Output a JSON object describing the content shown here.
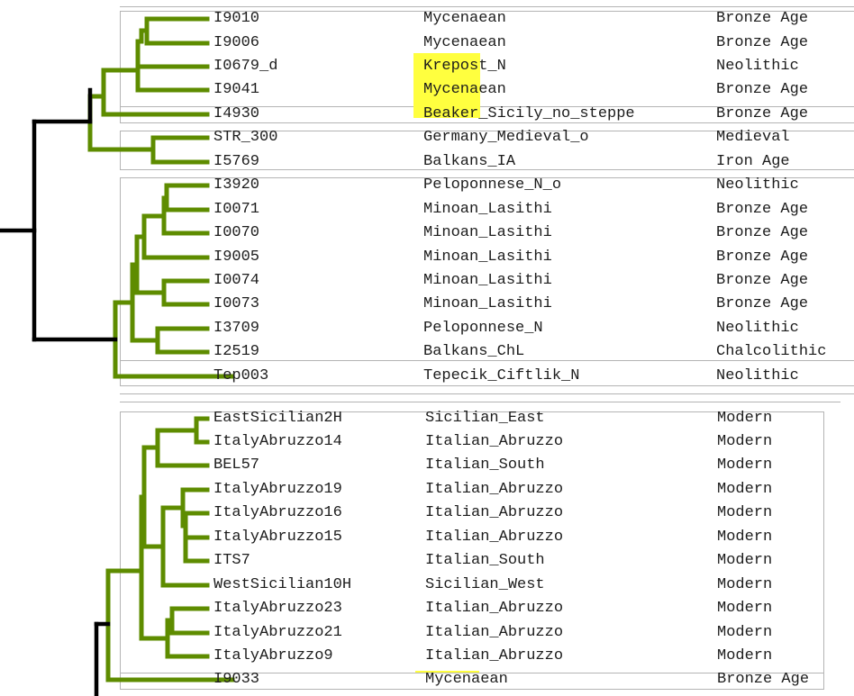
{
  "colors": {
    "branch": "#5e8c00",
    "root_branch": "#000000",
    "highlight": "#ffff3f",
    "box_border": "#b4b4b4",
    "text": "#1c1c1c"
  },
  "upper_table": {
    "rows": [
      {
        "id": "I9010",
        "population": "Mycenaean",
        "period": "Bronze Age"
      },
      {
        "id": "I9006",
        "population": "Mycenaean",
        "period": "Bronze Age"
      },
      {
        "id": "I0679_d",
        "population": "Krepost_N",
        "period": "Neolithic"
      },
      {
        "id": "I9041",
        "population": "Mycenaean",
        "period": "Bronze Age"
      },
      {
        "id": "I4930",
        "population": "Beaker_Sicily_no_steppe",
        "period": "Bronze Age"
      },
      {
        "id": "STR_300",
        "population": "Germany_Medieval_o",
        "period": "Medieval"
      },
      {
        "id": "I5769",
        "population": "Balkans_IA",
        "period": "Iron Age"
      },
      {
        "id": "I3920",
        "population": "Peloponnese_N_o",
        "period": "Neolithic"
      },
      {
        "id": "I0071",
        "population": "Minoan_Lasithi",
        "period": "Bronze Age"
      },
      {
        "id": "I0070",
        "population": "Minoan_Lasithi",
        "period": "Bronze Age"
      },
      {
        "id": "I9005",
        "population": "Minoan_Lasithi",
        "period": "Bronze Age"
      },
      {
        "id": "I0074",
        "population": "Minoan_Lasithi",
        "period": "Bronze Age"
      },
      {
        "id": "I0073",
        "population": "Minoan_Lasithi",
        "period": "Bronze Age"
      },
      {
        "id": "I3709",
        "population": "Peloponnese_N",
        "period": "Neolithic"
      },
      {
        "id": "I2519",
        "population": "Balkans_ChL",
        "period": "Chalcolithic"
      },
      {
        "id": "Tep003",
        "population": "Tepecik_Ciftlik_N",
        "period": "Neolithic"
      }
    ]
  },
  "lower_table": {
    "rows": [
      {
        "id": "EastSicilian2H",
        "population": "Sicilian_East",
        "period": "Modern"
      },
      {
        "id": "ItalyAbruzzo14",
        "population": "Italian_Abruzzo",
        "period": "Modern"
      },
      {
        "id": "BEL57",
        "population": "Italian_South",
        "period": "Modern"
      },
      {
        "id": "ItalyAbruzzo19",
        "population": "Italian_Abruzzo",
        "period": "Modern"
      },
      {
        "id": "ItalyAbruzzo16",
        "population": "Italian_Abruzzo",
        "period": "Modern"
      },
      {
        "id": "ItalyAbruzzo15",
        "population": "Italian_Abruzzo",
        "period": "Modern"
      },
      {
        "id": "ITS7",
        "population": "Italian_South",
        "period": "Modern"
      },
      {
        "id": "WestSicilian10H",
        "population": "Sicilian_West",
        "period": "Modern"
      },
      {
        "id": "ItalyAbruzzo23",
        "population": "Italian_Abruzzo",
        "period": "Modern"
      },
      {
        "id": "ItalyAbruzzo21",
        "population": "Italian_Abruzzo",
        "period": "Modern"
      },
      {
        "id": "ItalyAbruzzo9",
        "population": "Italian_Abruzzo",
        "period": "Modern"
      },
      {
        "id": "I9033",
        "population": "Mycenaean",
        "period": "Bronze Age"
      }
    ]
  }
}
